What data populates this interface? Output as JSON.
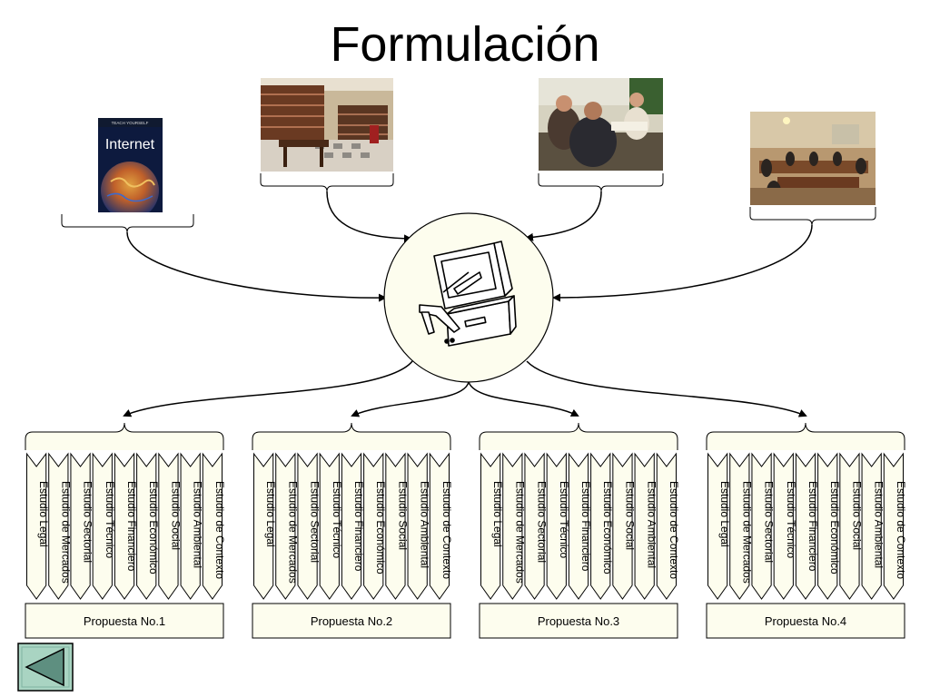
{
  "title": "Formulación",
  "photos": [
    {
      "name": "internet-book",
      "caption": "Internet",
      "brand": "TEACH YOURSELF"
    },
    {
      "name": "library",
      "caption": ""
    },
    {
      "name": "meeting-small",
      "caption": ""
    },
    {
      "name": "meeting-room",
      "caption": ""
    }
  ],
  "center_icon": "computer-icon",
  "studies": [
    "Estudio Legal",
    "Estudio de Mercados",
    "Estudio Sectorial",
    "Estudio Técnico",
    "Estudio Financiero",
    "Estudio Económico",
    "Estudio Social",
    "Estudio Ambiental",
    "Estudio de Contexto"
  ],
  "proposals": [
    "Propuesta No.1",
    "Propuesta No.2",
    "Propuesta No.3",
    "Propuesta No.4"
  ],
  "colors": {
    "panel": "#fdfdee",
    "stroke": "#000000",
    "button_fill": "#a9d4c2",
    "button_arrow": "#5e8f80"
  },
  "nav": {
    "back_icon": "back-arrow-icon"
  }
}
